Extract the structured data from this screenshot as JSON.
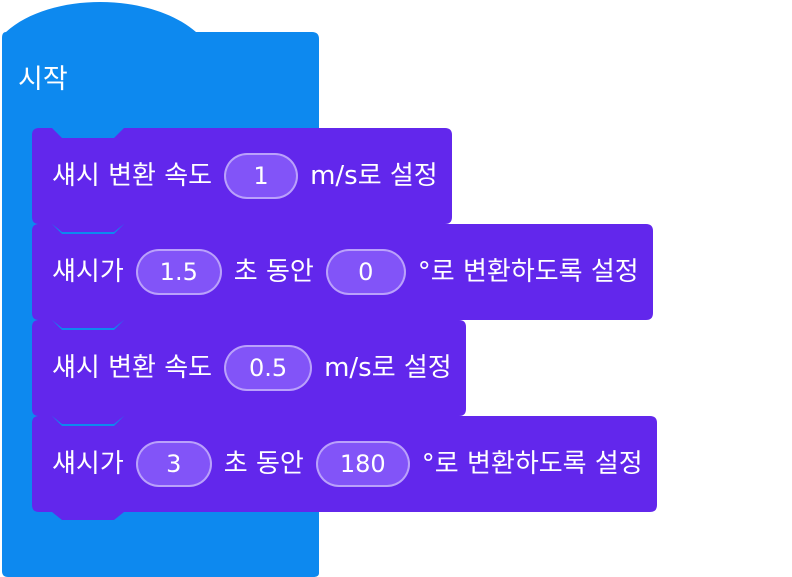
{
  "colors": {
    "hat_block": "#0d89ef",
    "motion_block": "#6227ec",
    "slot_fill": "#8254f8",
    "text": "#ffffff"
  },
  "start_block": {
    "label": "시작"
  },
  "blocks": [
    {
      "prefix": "섀시 변환 속도",
      "value": "1",
      "suffix": "m/s로 설정"
    },
    {
      "prefix": "섀시가",
      "value1": "1.5",
      "middle": "초 동안",
      "value2": "0",
      "suffix": "°로 변환하도록 설정"
    },
    {
      "prefix": "섀시 변환 속도",
      "value": "0.5",
      "suffix": "m/s로 설정"
    },
    {
      "prefix": "섀시가",
      "value1": "3",
      "middle": "초 동안",
      "value2": "180",
      "suffix": "°로 변환하도록 설정"
    }
  ]
}
